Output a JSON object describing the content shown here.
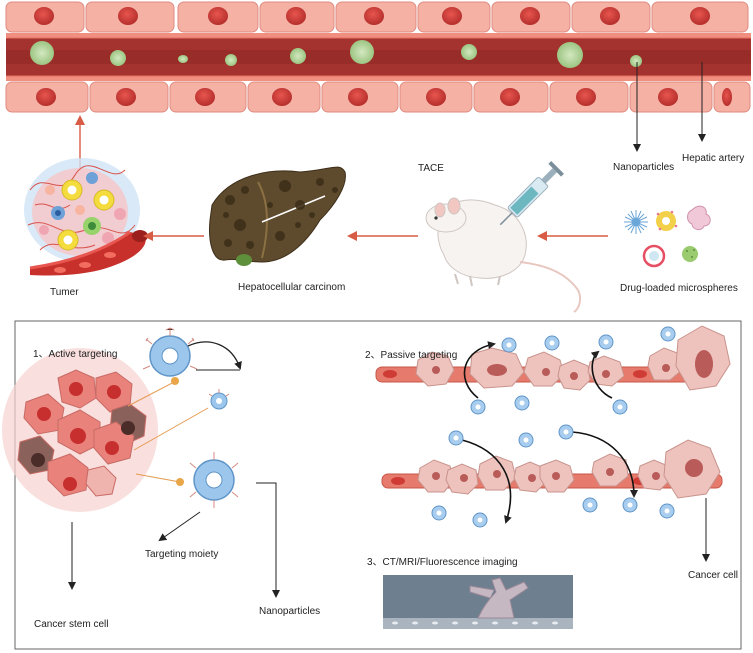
{
  "labels": {
    "tumer": "Tumer",
    "hcc": "Hepatocellular carcinom",
    "tace": "TACE",
    "nanoparticles_top": "Nanoparticles",
    "hepatic_artery": "Hepatic artery",
    "drug_loaded": "Drug-loaded microspheres",
    "active_targeting": "1、Active targeting",
    "passive_targeting": "2、Passive targeting",
    "imaging": "3、CT/MRI/Fluorescence imaging",
    "targeting_moiety": "Targeting moiety",
    "cancer_stem_cell": "Cancer stem cell",
    "nanoparticles_bottom": "Nanoparticles",
    "cancer_cell": "Cancer cell"
  },
  "colors": {
    "vessel_wall": "#f2a79a",
    "vessel_lumen": "#a4332f",
    "rbc": "#d6453f",
    "nanoparticle": "#b9d9a0",
    "arrow_red": "#d85b45",
    "np_blue": "#9cc3e8",
    "liver": "#5b4a2e",
    "tumor_cell": "#e8817a",
    "cancer_cell": "#e9b3ad",
    "frame": "#555555"
  }
}
